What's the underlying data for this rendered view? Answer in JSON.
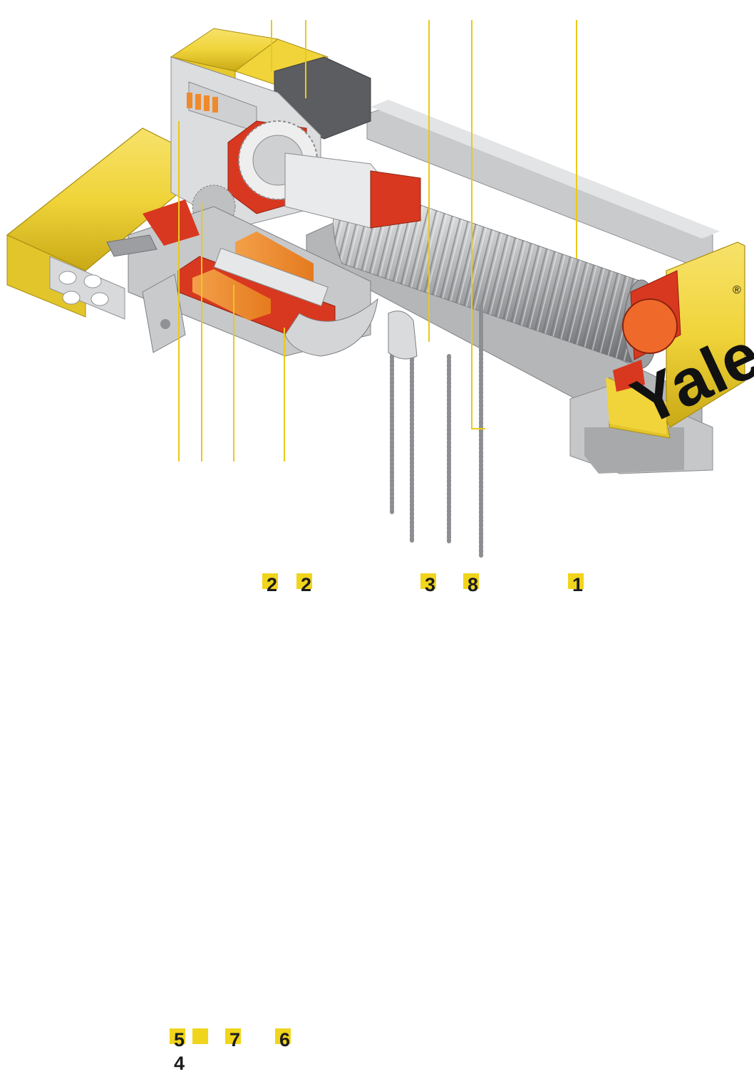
{
  "brand": "Yale",
  "brand_mark": "®",
  "callouts": [
    {
      "id": "c2a",
      "label": "2"
    },
    {
      "id": "c2b",
      "label": "2"
    },
    {
      "id": "c3",
      "label": "3"
    },
    {
      "id": "c8",
      "label": "8"
    },
    {
      "id": "c1",
      "label": "1"
    },
    {
      "id": "c5",
      "label": "5"
    },
    {
      "id": "c4",
      "label": "4"
    },
    {
      "id": "c7",
      "label": "7"
    },
    {
      "id": "c6",
      "label": "6"
    }
  ],
  "colors": {
    "housing_yellow": "#f0d43a",
    "cut_red": "#d8381f",
    "motor_orange": "#ef8a2a",
    "steel_grey": "#a9abad",
    "light_grey": "#d9dadb",
    "dark_grey": "#5a5c5e",
    "callout_yellow": "#f1d41c"
  }
}
